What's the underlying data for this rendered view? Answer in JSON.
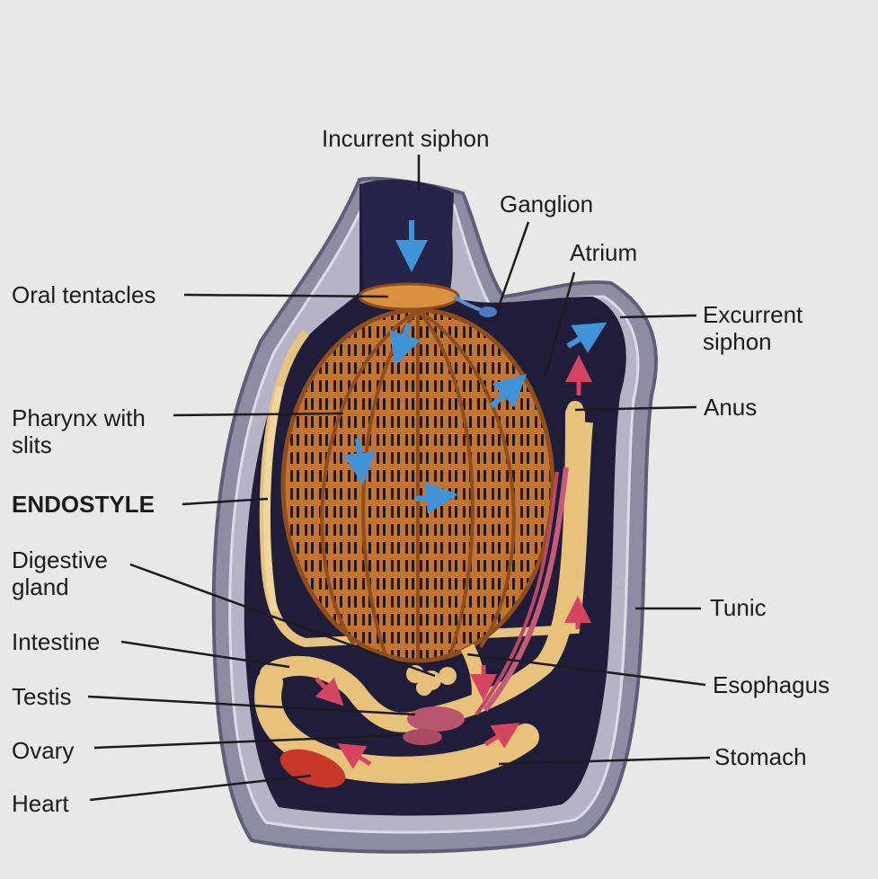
{
  "labels": {
    "incurrent_siphon": "Incurrent siphon",
    "ganglion": "Ganglion",
    "atrium": "Atrium",
    "oral_tentacles": "Oral tentacles",
    "excurrent_siphon": "Excurrent\nsiphon",
    "anus": "Anus",
    "pharynx": "Pharynx with\nslits",
    "endostyle": "ENDOSTYLE",
    "digestive_gland": "Digestive\ngland",
    "tunic": "Tunic",
    "intestine": "Intestine",
    "esophagus": "Esophagus",
    "testis": "Testis",
    "ovary": "Ovary",
    "stomach": "Stomach",
    "heart": "Heart"
  },
  "colors": {
    "background": "#e9e8e6",
    "tunic": "#6f7089",
    "body_cavity": "#1f1d3a",
    "pharynx": "#b5682a",
    "gut": "#e8c27a",
    "water_arrow": "#3f93d6",
    "waste_arrow": "#d6455f",
    "heart": "#c8382a"
  }
}
